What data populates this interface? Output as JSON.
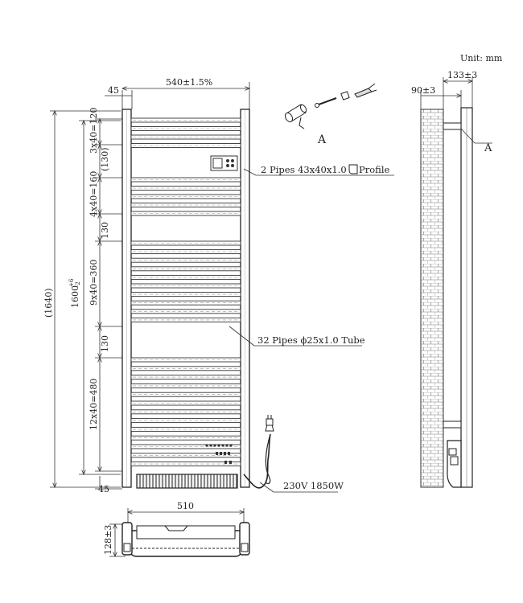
{
  "unit": "Unit: mm",
  "top": {
    "side_45": "45",
    "width": "540±1.5%"
  },
  "left_dims": {
    "total": "(1640)",
    "height": "1600",
    "height_sup": "+6",
    "height_sub": "-2",
    "s1": "3x40=120",
    "g1": "(130)",
    "s2": "4x40=160",
    "g2": "130",
    "s3": "9x40=360",
    "g3": "130",
    "s4": "12x40=480",
    "bottom_45": "45"
  },
  "labels": {
    "pipes_profile": "2 Pipes 43x40x1.0",
    "profile": "Profile",
    "pipes_tube": "32 Pipes ",
    "tube_diam": "ϕ25x1.0 Tube",
    "power": "230V 1850W",
    "detail_a": "A",
    "side_a": "A"
  },
  "side": {
    "depth_133": "133±3",
    "depth_90": "90±3"
  },
  "bottom": {
    "width": "510",
    "depth": "128±3"
  }
}
